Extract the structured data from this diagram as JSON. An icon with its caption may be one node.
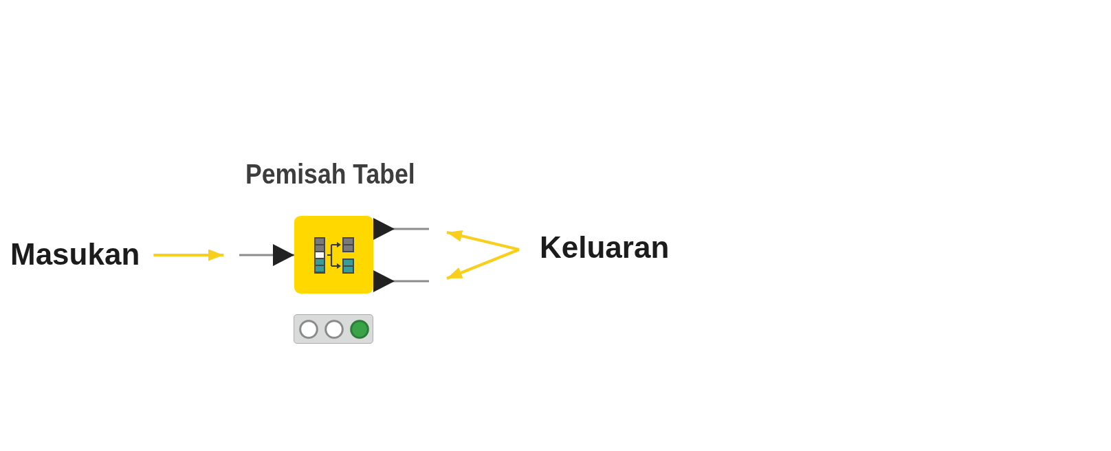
{
  "diagram": {
    "nodes": [
      {
        "text": [
          "Masukan"
        ]
      },
      {
        "text": [
          "Pemisah Tabel"
        ]
      },
      {
        "text": [
          "Keluaran"
        ]
      }
    ],
    "edges": [
      {
        "from": 0,
        "to": null,
        "arrow": "to",
        "color": "#f8cf1c"
      },
      {
        "from": null,
        "to": 1,
        "arrow": "to",
        "color": "#8c8c8c"
      },
      {
        "from": 1,
        "to": null,
        "arrow": "to",
        "color": "#8c8c8c"
      },
      {
        "from": 1,
        "to": null,
        "arrow": "to",
        "color": "#8c8c8c"
      },
      {
        "from": 2,
        "to": null,
        "arrow": "to",
        "color": "#f8cf1c"
      },
      {
        "from": 2,
        "to": null,
        "arrow": "to",
        "color": "#f8cf1c"
      }
    ]
  }
}
